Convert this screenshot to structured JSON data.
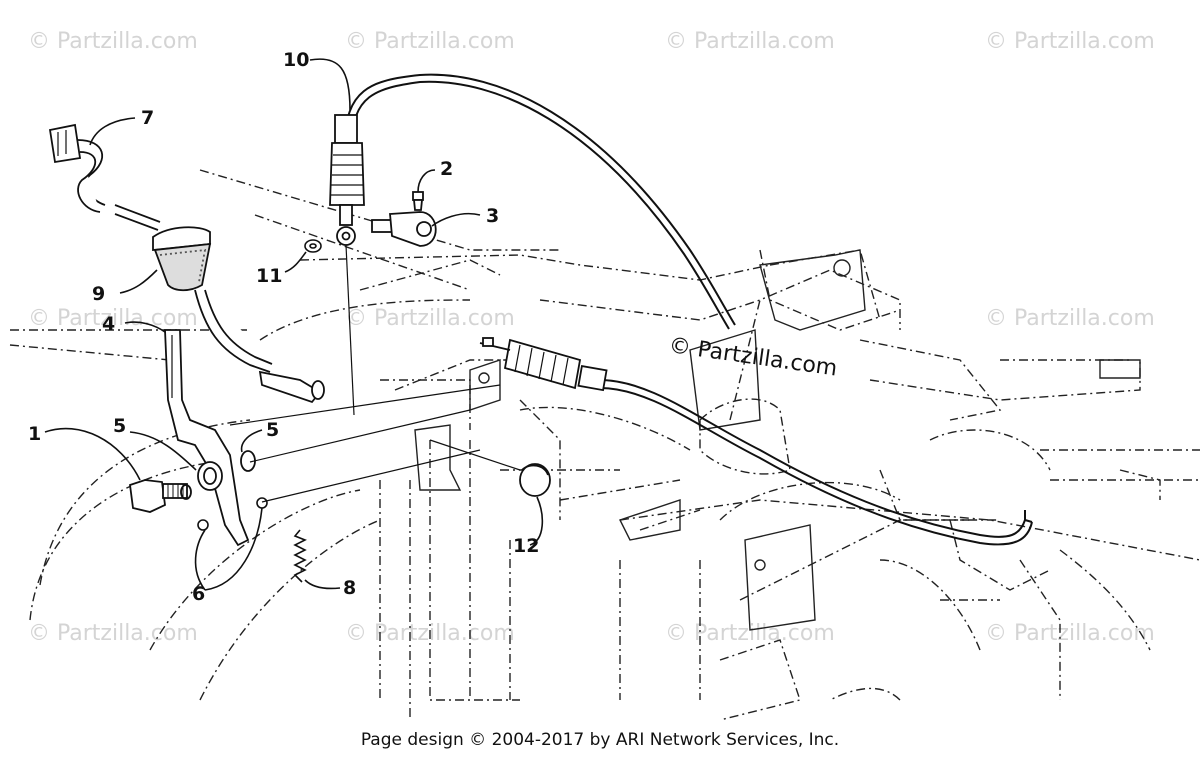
{
  "watermark": "© Partzilla.com",
  "center_mark": "© Partzilla.com",
  "callouts": [
    "1",
    "2",
    "3",
    "4",
    "5",
    "5",
    "6",
    "7",
    "8",
    "9",
    "10",
    "11",
    "12"
  ],
  "footer": "Page design © 2004-2017 by ARI Network Services, Inc."
}
